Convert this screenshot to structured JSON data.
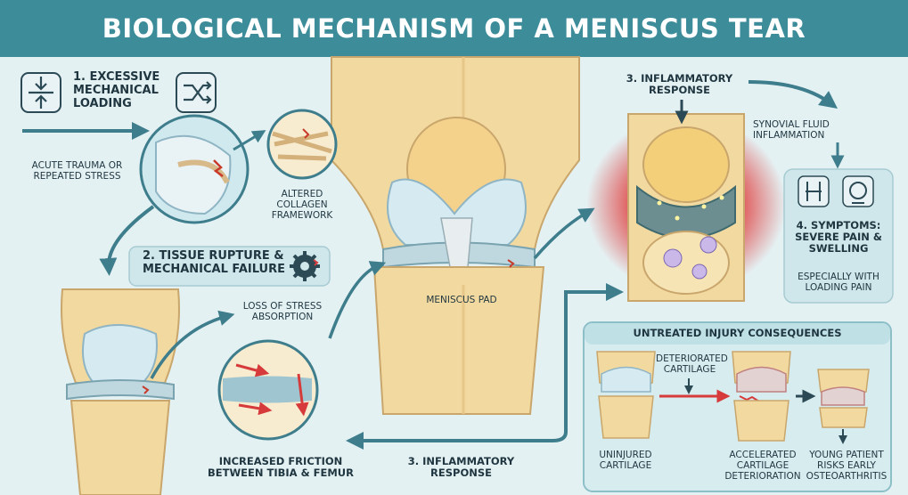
{
  "title": "BIOLOGICAL MECHANISM OF A MENISCUS TEAR",
  "colors": {
    "header": "#3c8c9a",
    "background": "#e4f1f3",
    "arrow": "#3e7d8c",
    "bone": "#f1d79a",
    "cartilage": "#cfe6ef",
    "inflammation": "#e04848"
  },
  "icons": [
    "compression-icon",
    "shuffle-arrows-icon",
    "gear-damage-icon",
    "knee-joint-icon",
    "head-pain-icon"
  ],
  "steps": {
    "loading": {
      "title": "1. EXCESSIVE MECHANICAL LOADING",
      "cause": "ACUTE TRAUMA OR REPEATED STRESS",
      "collagen": "ALTERED COLLAGEN FRAMEWORK"
    },
    "rupture": {
      "title": "2. TISSUE RUPTURE & MECHANICAL FAILURE",
      "loss": "LOSS OF STRESS ABSORPTION",
      "friction": "INCREASED FRICTION BETWEEN TIBIA & FEMUR"
    },
    "meniscus": {
      "label": "MENISCUS PAD"
    },
    "inflammation": {
      "title": "3. INFLAMMATORY RESPONSE",
      "synovial": "SYNOVIAL FLUID INFLAMMATION",
      "bottom_title": "3. INFLAMMATORY RESPONSE"
    },
    "symptoms": {
      "title": "4. SYMPTOMS: SEVERE PAIN & SWELLING",
      "note": "ESPECIALLY WITH LOADING PAIN"
    },
    "consequences": {
      "title": "UNTREATED INJURY CONSEQUENCES",
      "deteriorated": "DETERIORATED CARTILAGE",
      "uninjured": "UNINJURED CARTILAGE",
      "accelerated": "ACCELERATED CARTILAGE DETERIORATION",
      "risk": "YOUNG PATIENT RISKS EARLY OSTEOARTHRITIS"
    }
  }
}
